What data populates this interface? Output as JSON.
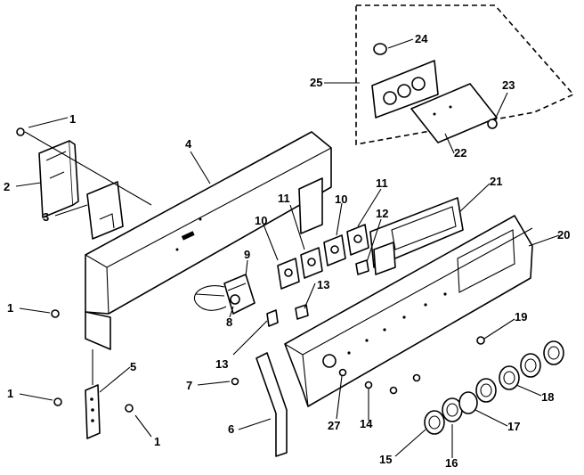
{
  "callouts": [
    {
      "id": "c1a",
      "label": "1"
    },
    {
      "id": "c2",
      "label": "2"
    },
    {
      "id": "c3",
      "label": "3"
    },
    {
      "id": "c4",
      "label": "4"
    },
    {
      "id": "c1b",
      "label": "1"
    },
    {
      "id": "c1c",
      "label": "1"
    },
    {
      "id": "c1d",
      "label": "1"
    },
    {
      "id": "c5",
      "label": "5"
    },
    {
      "id": "c6",
      "label": "6"
    },
    {
      "id": "c7",
      "label": "7"
    },
    {
      "id": "c8",
      "label": "8"
    },
    {
      "id": "c9",
      "label": "9"
    },
    {
      "id": "c10a",
      "label": "10"
    },
    {
      "id": "c10b",
      "label": "10"
    },
    {
      "id": "c11a",
      "label": "11"
    },
    {
      "id": "c11b",
      "label": "11"
    },
    {
      "id": "c12",
      "label": "12"
    },
    {
      "id": "c13a",
      "label": "13"
    },
    {
      "id": "c13b",
      "label": "13"
    },
    {
      "id": "c14",
      "label": "14"
    },
    {
      "id": "c15",
      "label": "15"
    },
    {
      "id": "c16",
      "label": "16"
    },
    {
      "id": "c17",
      "label": "17"
    },
    {
      "id": "c18",
      "label": "18"
    },
    {
      "id": "c19",
      "label": "19"
    },
    {
      "id": "c20",
      "label": "20"
    },
    {
      "id": "c21",
      "label": "21"
    },
    {
      "id": "c22",
      "label": "22"
    },
    {
      "id": "c23",
      "label": "23"
    },
    {
      "id": "c24",
      "label": "24"
    },
    {
      "id": "c25",
      "label": "25"
    },
    {
      "id": "c27",
      "label": "27"
    }
  ]
}
